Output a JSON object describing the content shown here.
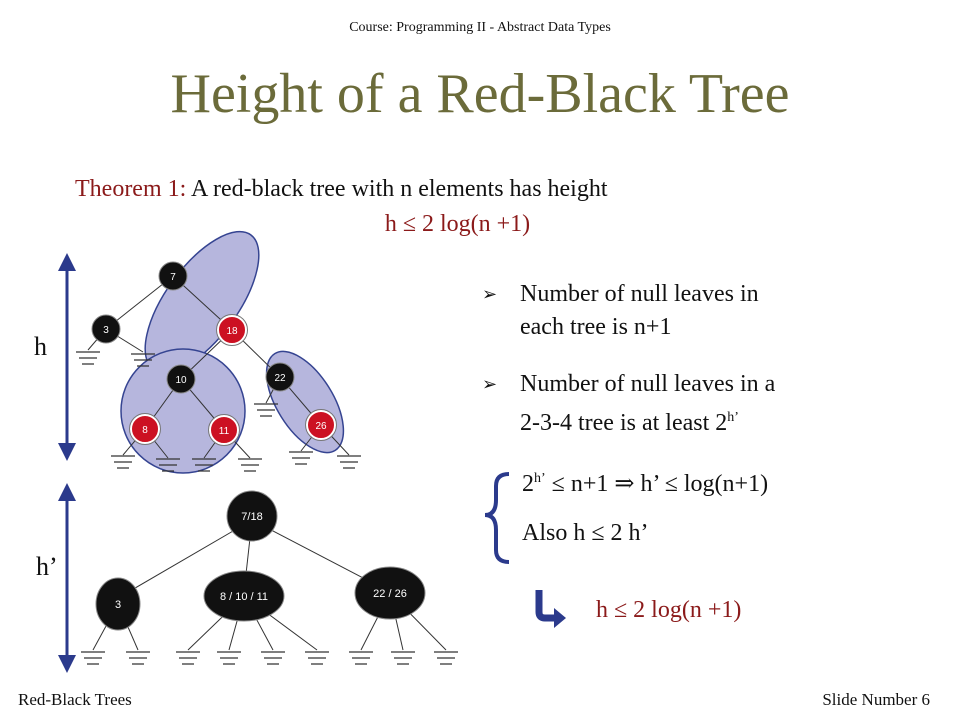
{
  "header": {
    "course": "Course: Programming II - Abstract Data Types"
  },
  "title": "Height of a Red-Black Tree",
  "theorem": {
    "label": "Theorem 1:",
    "text": "A red-black tree with n elements has height",
    "formula": "h ≤ 2 log(n +1)"
  },
  "bullets": [
    {
      "line1": "Number of null leaves in",
      "line2": "each tree is n+1"
    },
    {
      "line1": "Number of null leaves in a",
      "line2_prefix": "2-3-4 tree is at least 2",
      "sup": "h’"
    }
  ],
  "derivation": {
    "line1_base": "2",
    "line1_sup": "h’",
    "line1_rest": " ≤ n+1 ⇒ h’ ≤ log(n+1)",
    "line2": "Also h ≤ 2 h’"
  },
  "conclusion": "h ≤ 2 log(n +1)",
  "arrow_labels": {
    "h": "h",
    "h_prime": "h’"
  },
  "rb_tree": {
    "nodes": {
      "n7": "7",
      "n3": "3",
      "n18": "18",
      "n10": "10",
      "n22": "22",
      "n8": "8",
      "n11": "11",
      "n26": "26"
    },
    "colors": {
      "red": "#cc1122",
      "black": "#111111",
      "cluster": "#b3b3dc"
    }
  },
  "tree234": {
    "root": "7/18",
    "left": "3",
    "middle": "8 / 10 / 11",
    "right": "22 / 26"
  },
  "arrow_color": "#2b3a8c",
  "footer": {
    "left": "Red-Black Trees",
    "right": "Slide Number 6"
  }
}
